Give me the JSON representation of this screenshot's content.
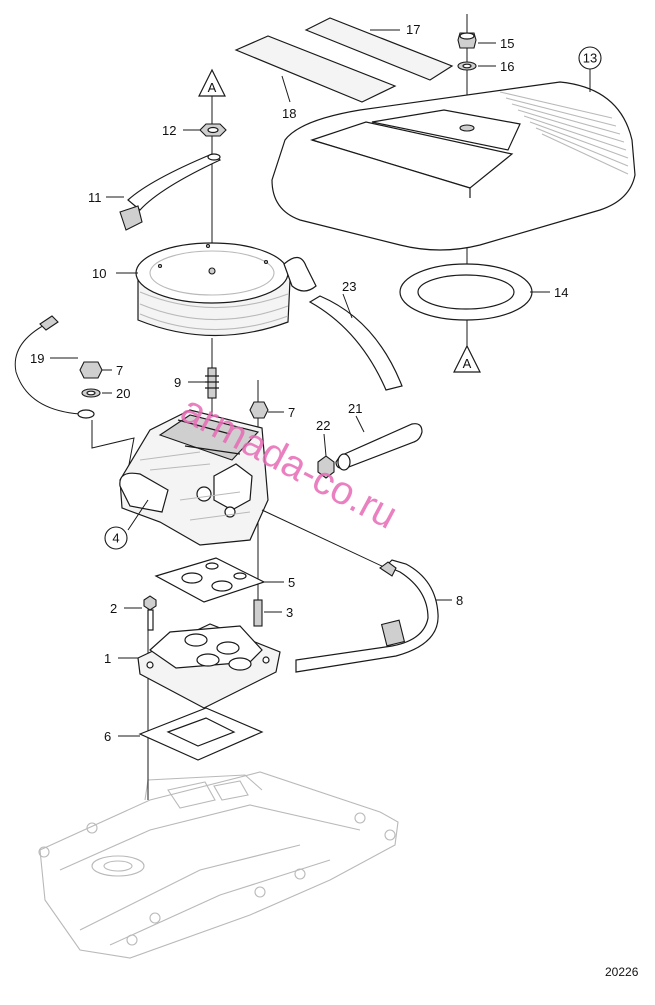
{
  "callouts": {
    "c1": "1",
    "c2": "2",
    "c3": "3",
    "c4": "4",
    "c5": "5",
    "c6": "6",
    "c7a": "7",
    "c7b": "7",
    "c8": "8",
    "c9": "9",
    "c10": "10",
    "c11": "11",
    "c12": "12",
    "c13": "13",
    "c14": "14",
    "c15": "15",
    "c16": "16",
    "c17": "17",
    "c18": "18",
    "c19": "19",
    "c20": "20",
    "c21": "21",
    "c22": "22",
    "c23": "23"
  },
  "reference_markers": {
    "top": "A",
    "bottom": "A"
  },
  "watermark": "armada-co.ru",
  "figure_number": "20226"
}
